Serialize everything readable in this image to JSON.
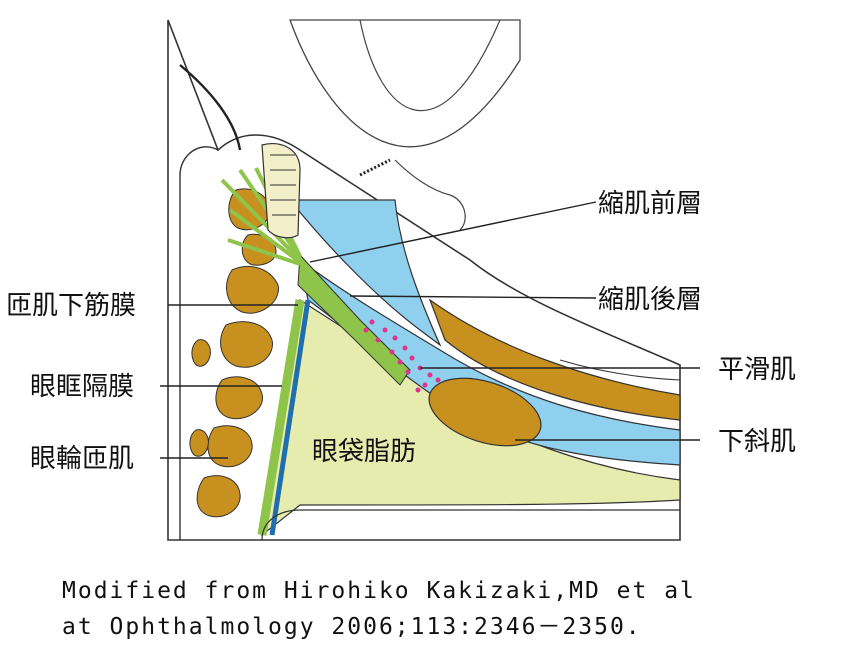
{
  "labels": {
    "levator_anterior": "縮肌前層",
    "levator_posterior": "縮肌後層",
    "smooth_muscle": "平滑肌",
    "inferior_oblique": "下斜肌",
    "sub_orbicularis_fascia": "匝肌下筋膜",
    "orbital_septum": "眼眶隔膜",
    "orbicularis_oculi": "眼輪匝肌",
    "orbital_fat": "眼袋脂肪"
  },
  "citation": {
    "line1": "Modified from Hirohiko Kakizaki,MD et al",
    "line2": "at Ophthalmology 2006;113:2346－2350."
  },
  "colors": {
    "muscle_brown": "#c8901e",
    "fat_yellow": "#e6ecad",
    "capsule_blue": "#8fd0ef",
    "septum_green": "#8fc44a",
    "septum_blue": "#1f6fb0",
    "smooth_muscle_pink": "#e0338a",
    "outline": "#333333"
  }
}
